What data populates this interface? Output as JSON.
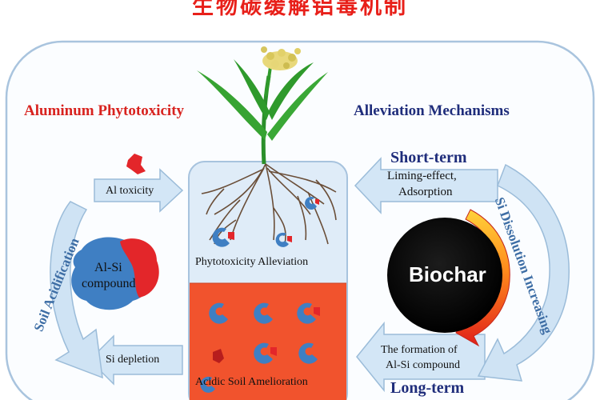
{
  "title": "生物碳缓解铝毒机制",
  "left_heading": "Aluminum Phytotoxicity",
  "right_heading": "Alleviation Mechanisms",
  "al_toxicity": "Al toxicity",
  "si_depletion": "Si depletion",
  "al_si_compound_line1": "Al-Si",
  "al_si_compound_line2": "compound",
  "soil_acidification": "Soil Acidification",
  "phytotoxicity_alleviation": "Phytotoxicity Alleviation",
  "acidic_soil_amelioration": "Acidic Soil  Amelioration",
  "short_term": "Short-term",
  "liming_effect": "Liming-effect,",
  "adsorption": "Adsorption",
  "biochar": "Biochar",
  "formation_line1": "The formation of",
  "formation_line2": "Al-Si compound",
  "long_term": "Long-term",
  "si_dissolution": "Si Dissolution Increasing",
  "colors": {
    "title_red": "#e8201a",
    "heading_red": "#d8231f",
    "heading_navy": "#1f2d7b",
    "soil_orange": "#f0502a",
    "pot_blue": "#dceaf7",
    "arrow_blue": "#cfe3f4",
    "al_red": "#e3262a",
    "si_blue": "#3f7fc3"
  }
}
